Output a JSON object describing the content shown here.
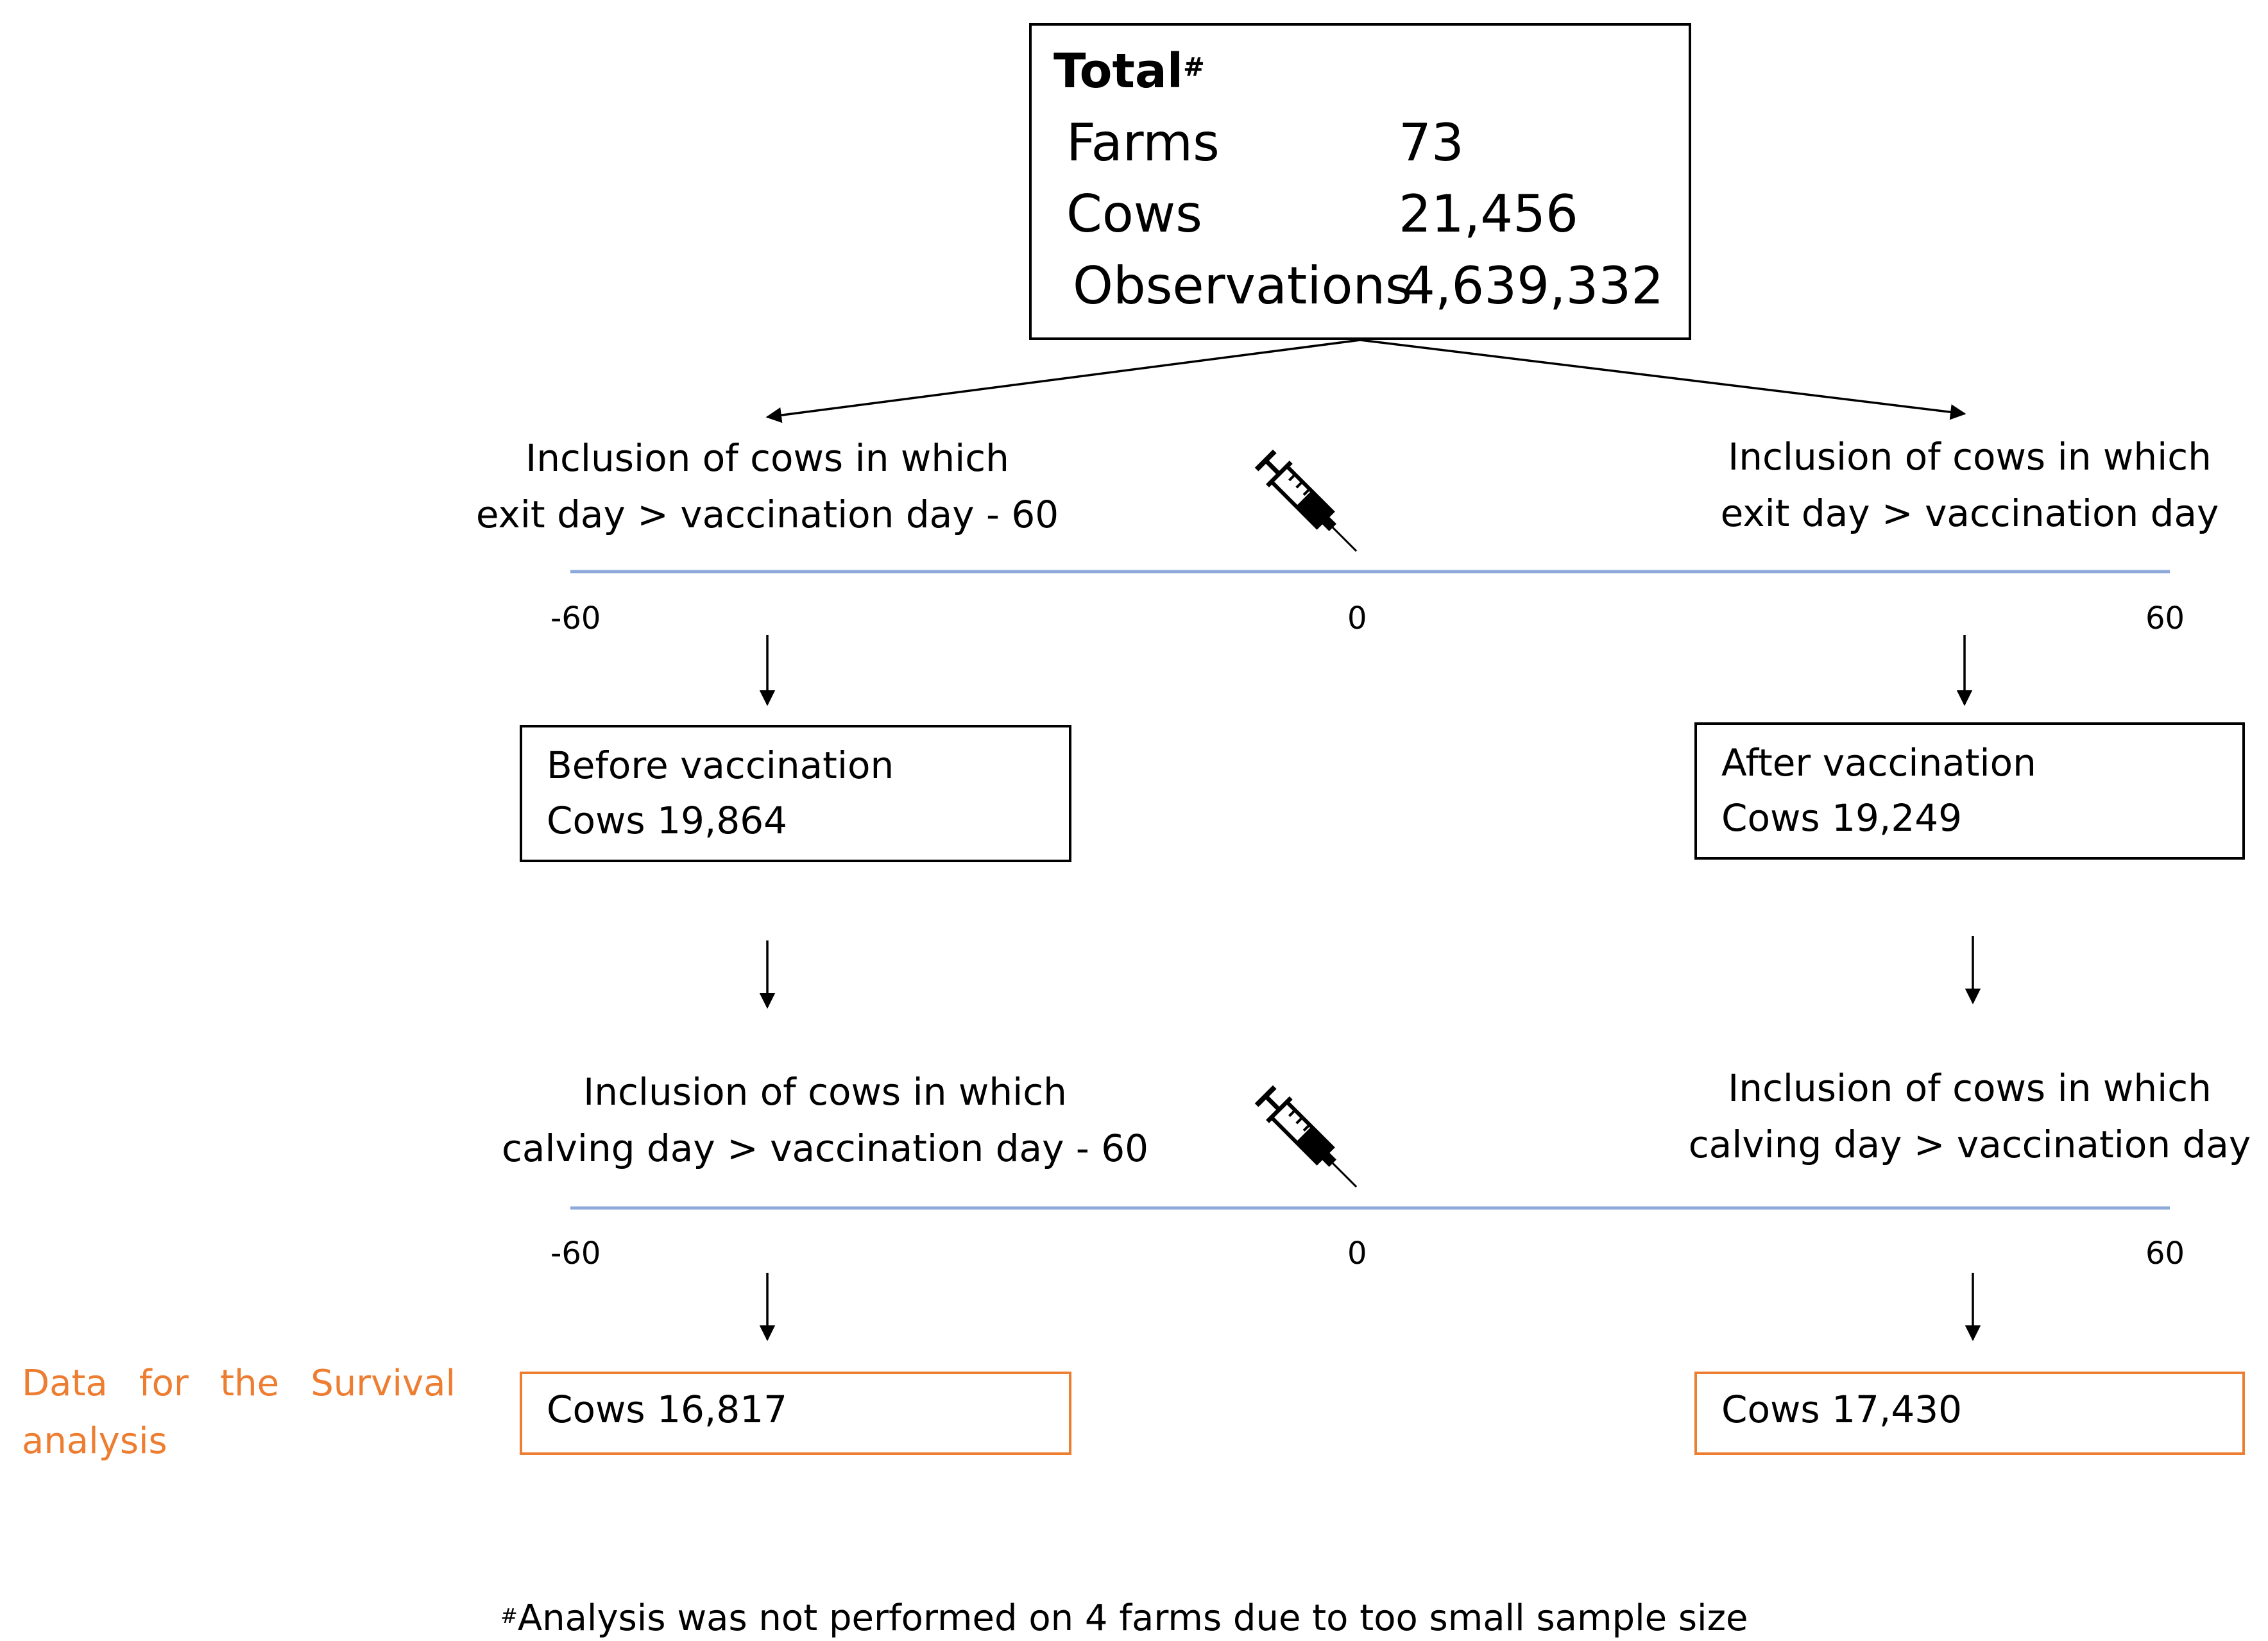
{
  "total": {
    "title": "Total",
    "title_mark": "#",
    "rows": [
      {
        "label": "Farms",
        "value": "73"
      },
      {
        "label": "Cows",
        "value": "21,456"
      },
      {
        "label": "Observations",
        "value": "4,639,332"
      }
    ]
  },
  "exit_section": {
    "left_inclusion": [
      "Inclusion of cows in which",
      "exit day > vaccination day - 60"
    ],
    "right_inclusion": [
      "Inclusion of cows in which",
      "exit day > vaccination day"
    ],
    "ticks": {
      "left": "-60",
      "center": "0",
      "right": "60"
    },
    "syringe_icon": "syringe-icon"
  },
  "middle_boxes": {
    "before": {
      "title": "Before vaccination",
      "count": "Cows 19,864"
    },
    "after": {
      "title": "After vaccination",
      "count": "Cows 19,249"
    }
  },
  "calving_section": {
    "left_inclusion": [
      "Inclusion of cows in which",
      "calving day > vaccination day - 60"
    ],
    "right_inclusion": [
      "Inclusion of cows in which",
      "calving day > vaccination day"
    ],
    "ticks": {
      "left": "-60",
      "center": "0",
      "right": "60"
    },
    "syringe_icon": "syringe-icon"
  },
  "final_boxes": {
    "left": "Cows 16,817",
    "right": "Cows 17,430"
  },
  "side_note": "Data for the Survival analysis",
  "footnote": {
    "mark": "#",
    "text": "Analysis was not performed on 4 farms due to too small sample size"
  },
  "colors": {
    "timeline": "#8eaadb",
    "highlight": "#ed7d31",
    "line": "#000000"
  }
}
